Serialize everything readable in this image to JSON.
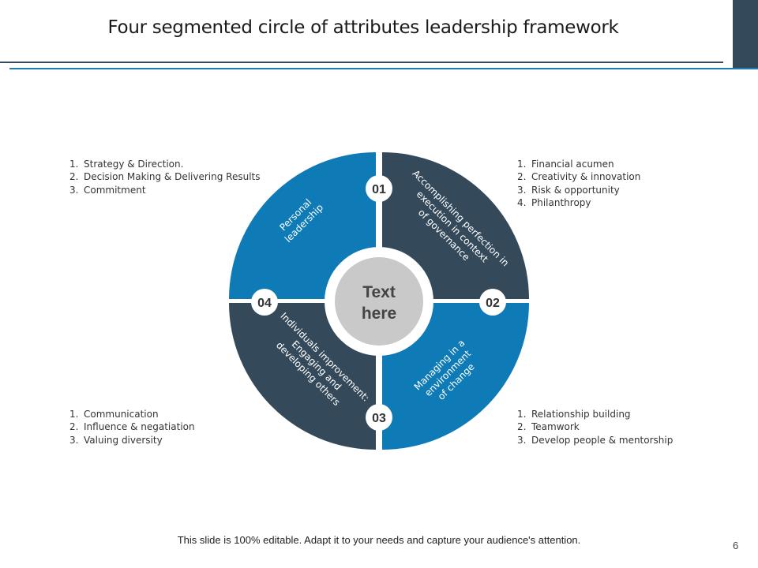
{
  "title": "Four segmented circle of attributes leadership framework",
  "center_text": [
    "Text",
    "here"
  ],
  "colors": {
    "dark": "#344a5b",
    "blue": "#0e7ab6",
    "center": "#c9c9c9",
    "badge": "#ffffff"
  },
  "segments": [
    {
      "number": "01",
      "label": [
        "Accomplishing perfection in",
        "execution in context",
        "of governance"
      ]
    },
    {
      "number": "02",
      "label": [
        "Managing in a",
        "environment",
        "of change"
      ]
    },
    {
      "number": "03",
      "label": [
        "Individuals improvement:",
        "Engaging and",
        "developing others"
      ]
    },
    {
      "number": "04",
      "label": [
        "Personal",
        "leadership"
      ]
    }
  ],
  "lists": {
    "top_left": [
      {
        "n": "1.",
        "text": "Strategy & Direction."
      },
      {
        "n": "2.",
        "text": "Decision Making & Delivering Results"
      },
      {
        "n": "3.",
        "text": "Commitment"
      }
    ],
    "top_right": [
      {
        "n": "1.",
        "text": "Financial acumen"
      },
      {
        "n": "2.",
        "text": "Creativity & innovation"
      },
      {
        "n": "3.",
        "text": "Risk & opportunity"
      },
      {
        "n": "4.",
        "text": "Philanthropy"
      }
    ],
    "bottom_left": [
      {
        "n": "1.",
        "text": "Communication"
      },
      {
        "n": "2.",
        "text": "Influence  & negatiation"
      },
      {
        "n": "3.",
        "text": "Valuing diversity"
      }
    ],
    "bottom_right": [
      {
        "n": "1.",
        "text": "Relationship building"
      },
      {
        "n": "2.",
        "text": "Teamwork"
      },
      {
        "n": "3.",
        "text": "Develop people & mentorship"
      }
    ]
  },
  "footer": "This slide is 100% editable. Adapt it to your needs and capture your audience's attention.",
  "page_number": "6"
}
